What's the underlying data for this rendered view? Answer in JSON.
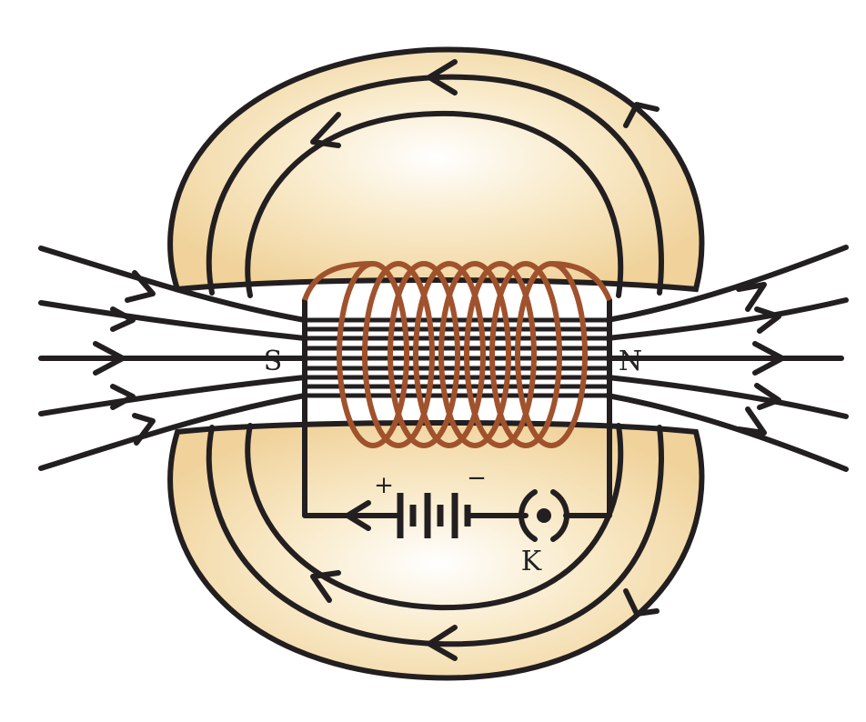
{
  "labels": {
    "south_pole": "S",
    "north_pole": "N",
    "key": "K",
    "battery_positive": "+",
    "battery_negative": "−"
  },
  "colors": {
    "field_fill": "#F3D9A0",
    "field_highlight": "#FFFFFF",
    "field_lines": "#231F20",
    "coil": "#A0522D"
  }
}
